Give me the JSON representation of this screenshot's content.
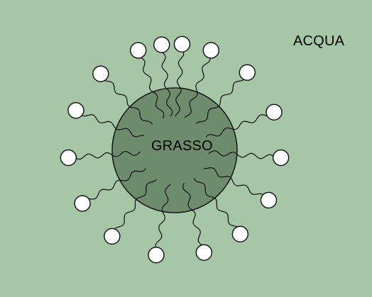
{
  "labels": {
    "outside": "ACQUA",
    "core": "GRASSO"
  },
  "colors": {
    "background": "#a5c7a5",
    "fat_core": "#6c8c6c",
    "head_fill": "#ffffff",
    "outline": "#1a1a1a"
  },
  "molecule_count": 16
}
